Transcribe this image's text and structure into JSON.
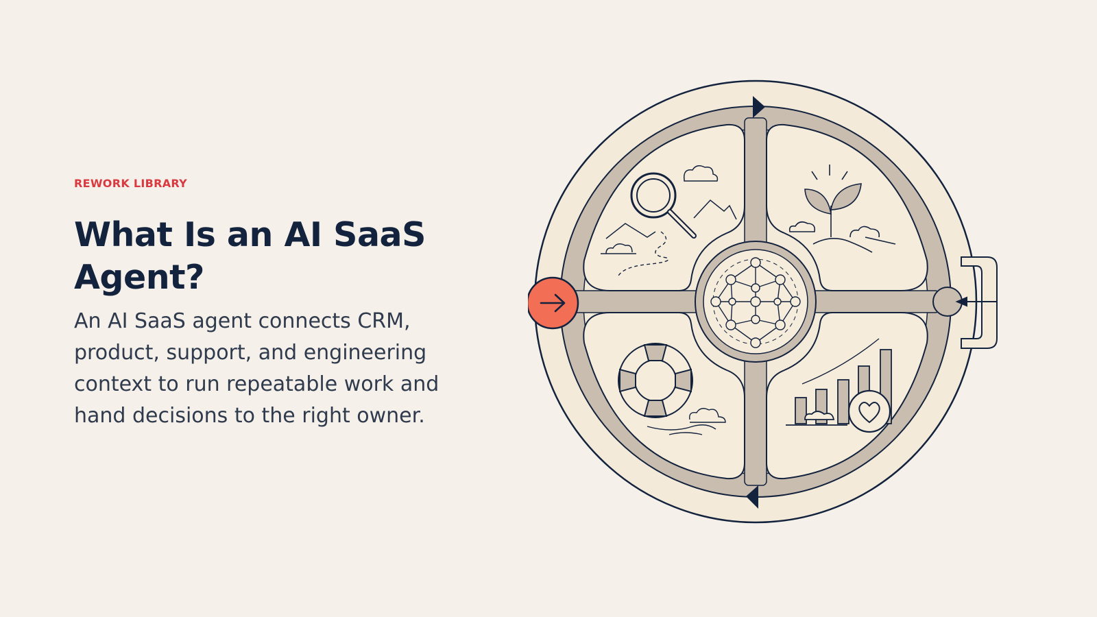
{
  "hero": {
    "eyebrow": "REWORK LIBRARY",
    "title": "What Is an AI SaaS Agent?",
    "description": "An AI SaaS agent connects CRM, product, support, and engineering context to run repeatable work and hand decisions to the right owner."
  },
  "illustration": {
    "icons": [
      "magnifier-icon",
      "sprout-icon",
      "lifebuoy-icon",
      "bar-chart-heart-icon",
      "network-icon",
      "arrow-right-icon"
    ],
    "colors": {
      "background": "#f5f1ea",
      "disc": "#f3ead9",
      "track": "#c9bdb0",
      "ink": "#13223d",
      "accent": "#f26e55",
      "eyebrow": "#d93a40"
    }
  }
}
